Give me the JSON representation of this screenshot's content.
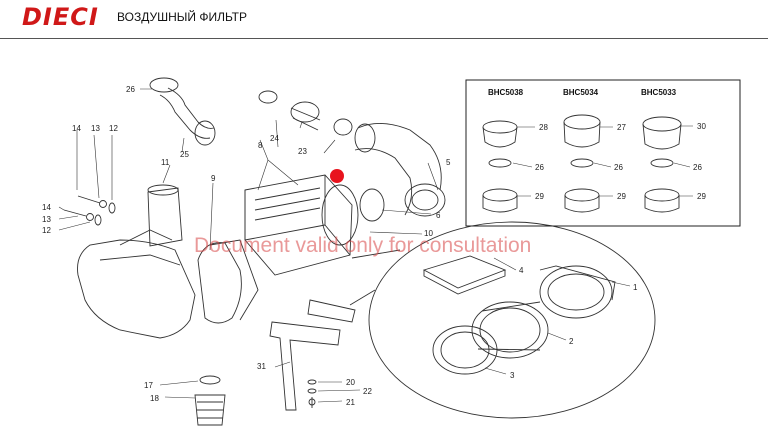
{
  "header": {
    "logo": "DIECI",
    "title": "ВОЗДУШНЫЙ ФИЛЬТР"
  },
  "watermark": "Document valid only for consultation",
  "inset": {
    "models": [
      "BHC5038",
      "BHC5034",
      "BHC5033"
    ]
  },
  "callouts": {
    "c1": "1",
    "c2": "2",
    "c3": "3",
    "c4": "4",
    "c5": "5",
    "c6": "6",
    "c8": "8",
    "c9": "9",
    "c10": "10",
    "c11": "11",
    "c12a": "12",
    "c12b": "12",
    "c13a": "13",
    "c13b": "13",
    "c14a": "14",
    "c14b": "14",
    "c17": "17",
    "c18": "18",
    "c20": "20",
    "c21": "21",
    "c22": "22",
    "c23": "23",
    "c24": "24",
    "c25": "25",
    "c26": "26",
    "c26a": "26",
    "c26b": "26",
    "c26c": "26",
    "c27": "27",
    "c28": "28",
    "c29a": "29",
    "c29b": "29",
    "c29c": "29",
    "c30": "30",
    "c31": "31"
  },
  "colors": {
    "logo": "#d01818",
    "marker": "#e8141e",
    "watermark": "#d64646"
  }
}
